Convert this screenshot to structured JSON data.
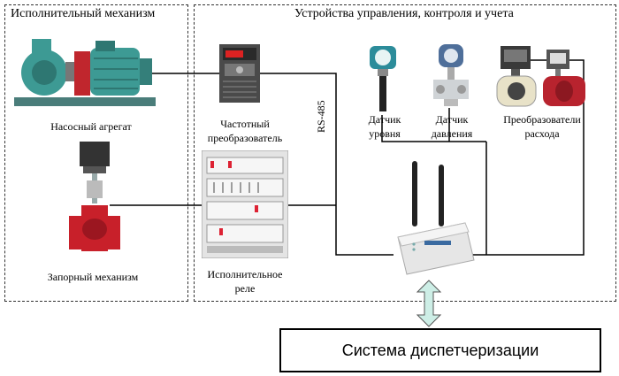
{
  "left_group": {
    "title": "Исполнительный механизм"
  },
  "right_group": {
    "title": "Устройства управления, контроля и учета"
  },
  "devices": {
    "pump": {
      "label": "Насосный агрегат"
    },
    "vfd": {
      "label_line1": "Частотный",
      "label_line2": "преобразователь"
    },
    "valve": {
      "label": "Запорный механизм"
    },
    "relay": {
      "label_line1": "Исполнительное",
      "label_line2": "реле"
    },
    "level_sensor": {
      "label_line1": "Датчик",
      "label_line2": "уровня"
    },
    "pressure_sensor": {
      "label_line1": "Датчик",
      "label_line2": "давления"
    },
    "flowmeter": {
      "label_line1": "Преобразователи",
      "label_line2": "расхода"
    },
    "controller": {}
  },
  "bus_label": "RS-485",
  "dispatch_system": {
    "label": "Система диспетчеризации"
  },
  "colors": {
    "arrow_fill": "#cdeee6",
    "line": "#000000"
  }
}
